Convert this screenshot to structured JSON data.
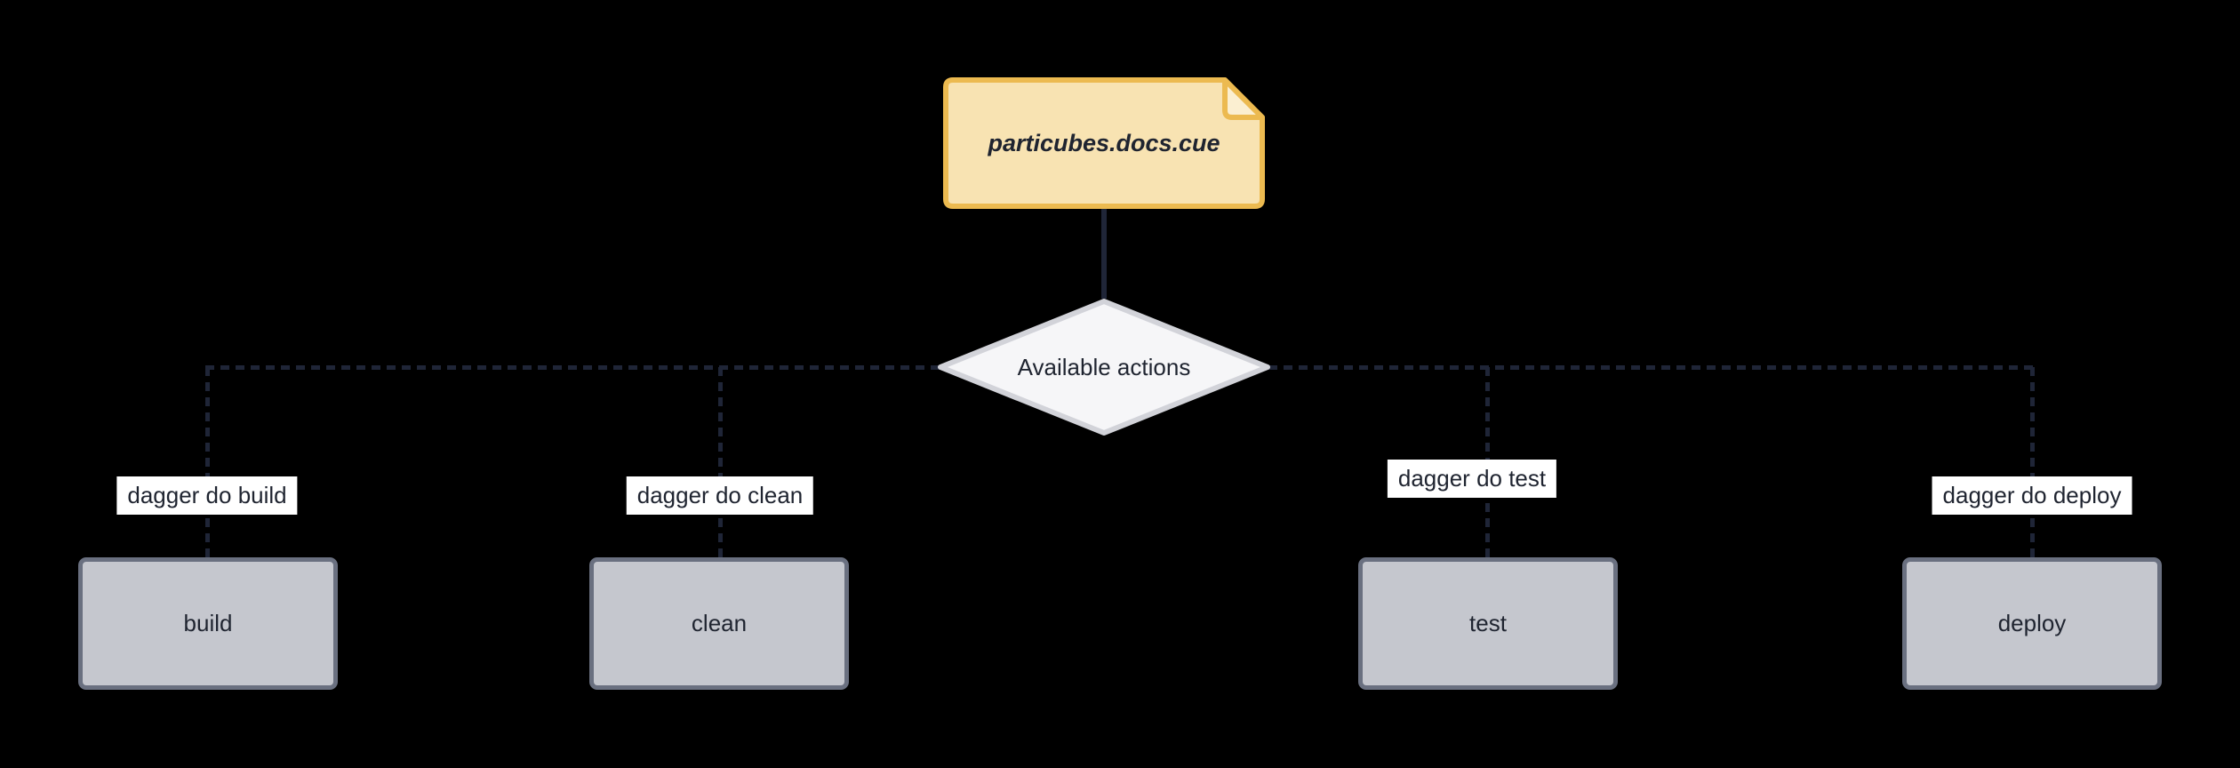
{
  "diagram": {
    "type": "flowchart",
    "file_node": {
      "label": "particubes.docs.cue",
      "shape": "note"
    },
    "decision_node": {
      "label": "Available actions",
      "shape": "diamond"
    },
    "edges": [
      {
        "label": "dagger do build",
        "from": "Available actions",
        "to": "build",
        "style": "dashed"
      },
      {
        "label": "dagger do clean",
        "from": "Available actions",
        "to": "clean",
        "style": "dashed"
      },
      {
        "label": "dagger do test",
        "from": "Available actions",
        "to": "test",
        "style": "dashed"
      },
      {
        "label": "dagger do deploy",
        "from": "Available actions",
        "to": "deploy",
        "style": "dashed"
      }
    ],
    "action_nodes": [
      {
        "label": "build"
      },
      {
        "label": "clean"
      },
      {
        "label": "test"
      },
      {
        "label": "deploy"
      }
    ]
  },
  "colors": {
    "background": "#000000",
    "edge": "#1F2537",
    "note_fill": "#F8E3B2",
    "note_border": "#ECBA50",
    "note_fold_fill": "#FBEFD1",
    "decision_fill": "#F6F6F8",
    "decision_border": "#D2D3D9",
    "action_fill": "#C5C7CE",
    "action_border": "#6A7080",
    "label_background": "#FFFFFF",
    "text": "#1F2430"
  }
}
